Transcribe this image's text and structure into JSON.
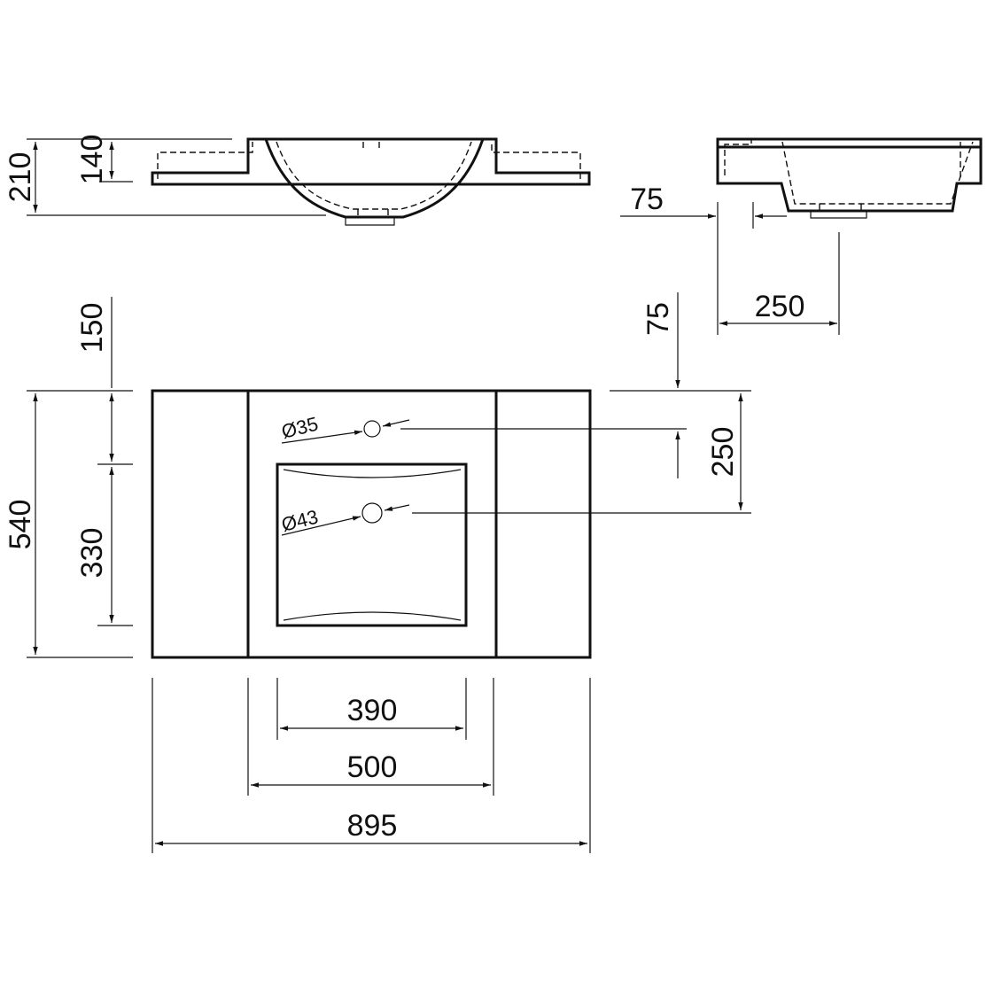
{
  "dimensions": {
    "top_total_height": "210",
    "top_bowl_height": "140",
    "side_offset": "75",
    "side_depth": "250",
    "plan_back_margin": "150",
    "plan_tap_offset": "75",
    "plan_total_depth": "540",
    "plan_basin_depth": "330",
    "plan_drain_offset": "250",
    "basin_width": "390",
    "module_width": "500",
    "total_width": "895"
  },
  "holes": {
    "tap_diameter": "Ø35",
    "drain_diameter": "Ø43"
  }
}
